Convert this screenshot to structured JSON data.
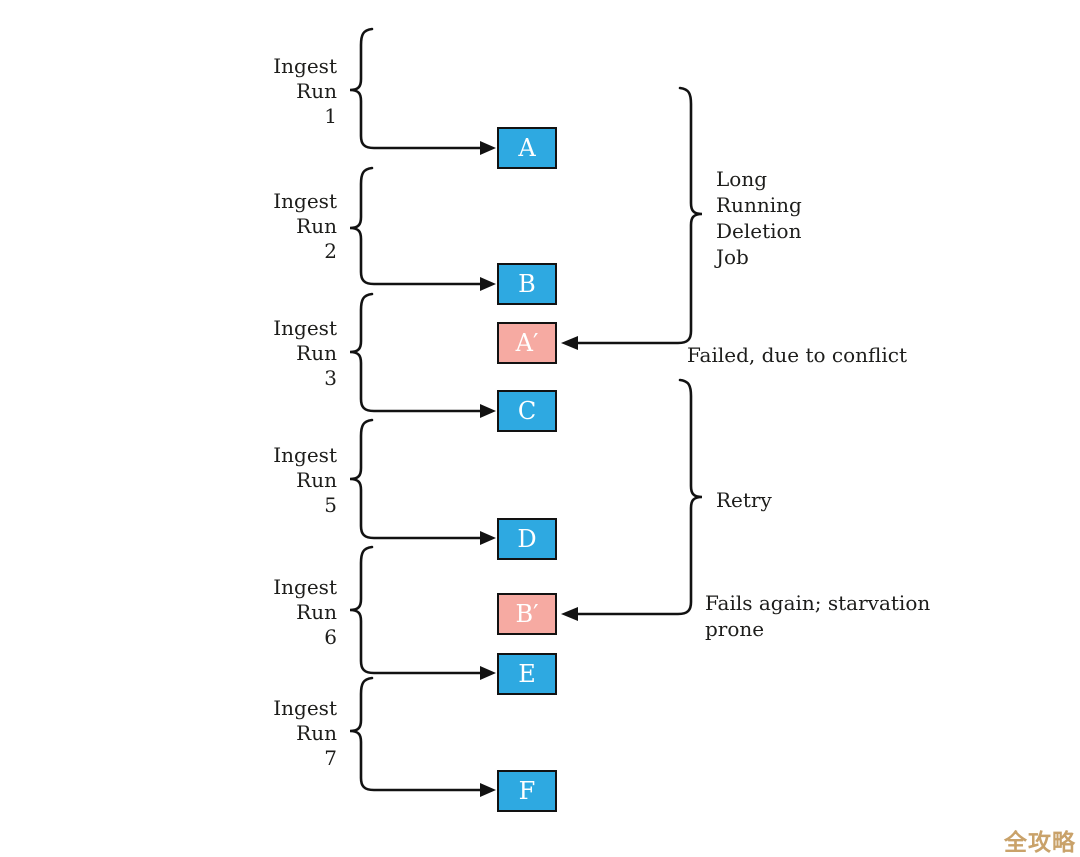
{
  "colors": {
    "box_blue": "#2ea9e1",
    "box_pink": "#f6aaa2",
    "box_border": "#121212",
    "ink": "#1d1d1b",
    "line": "#121212",
    "watermark": "#c9a26a",
    "background": "#ffffff",
    "box_letter": "#ffffff"
  },
  "runs": [
    {
      "line1": "Ingest",
      "line2": "Run",
      "line3": "1"
    },
    {
      "line1": "Ingest",
      "line2": "Run",
      "line3": "2"
    },
    {
      "line1": "Ingest",
      "line2": "Run",
      "line3": "3"
    },
    {
      "line1": "Ingest",
      "line2": "Run",
      "line3": "5"
    },
    {
      "line1": "Ingest",
      "line2": "Run",
      "line3": "6"
    },
    {
      "line1": "Ingest",
      "line2": "Run",
      "line3": "7"
    }
  ],
  "boxes": [
    {
      "letter": "A",
      "state": "success"
    },
    {
      "letter": "B",
      "state": "success"
    },
    {
      "letter": "A′",
      "state": "failed"
    },
    {
      "letter": "C",
      "state": "success"
    },
    {
      "letter": "D",
      "state": "success"
    },
    {
      "letter": "B′",
      "state": "failed"
    },
    {
      "letter": "E",
      "state": "success"
    },
    {
      "letter": "F",
      "state": "success"
    }
  ],
  "annotations": {
    "deletion_job_lines": [
      "Long",
      "Running",
      "Deletion",
      "Job"
    ],
    "failed_label": "Failed, due to conflict",
    "retry_label": "Retry",
    "fails_again_lines": [
      "Fails again; starvation",
      "prone"
    ]
  },
  "watermark": "全攻略"
}
